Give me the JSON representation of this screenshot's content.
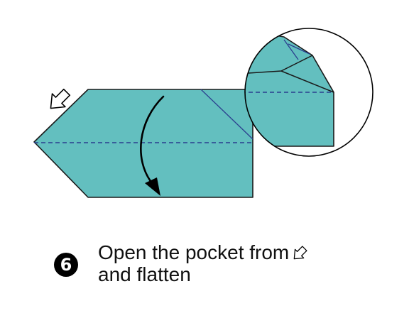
{
  "step": {
    "number": "6",
    "line1": "Open the pocket from",
    "line2": "and flatten"
  },
  "colors": {
    "paper": "#63bfbf",
    "outline": "#1a1a1a",
    "fold_line": "#2b3f8f",
    "background": "#ffffff"
  },
  "icons": {
    "pocket_arrow": "open-pocket-arrow-icon",
    "fold_arrow": "curved-fold-arrow-icon"
  }
}
